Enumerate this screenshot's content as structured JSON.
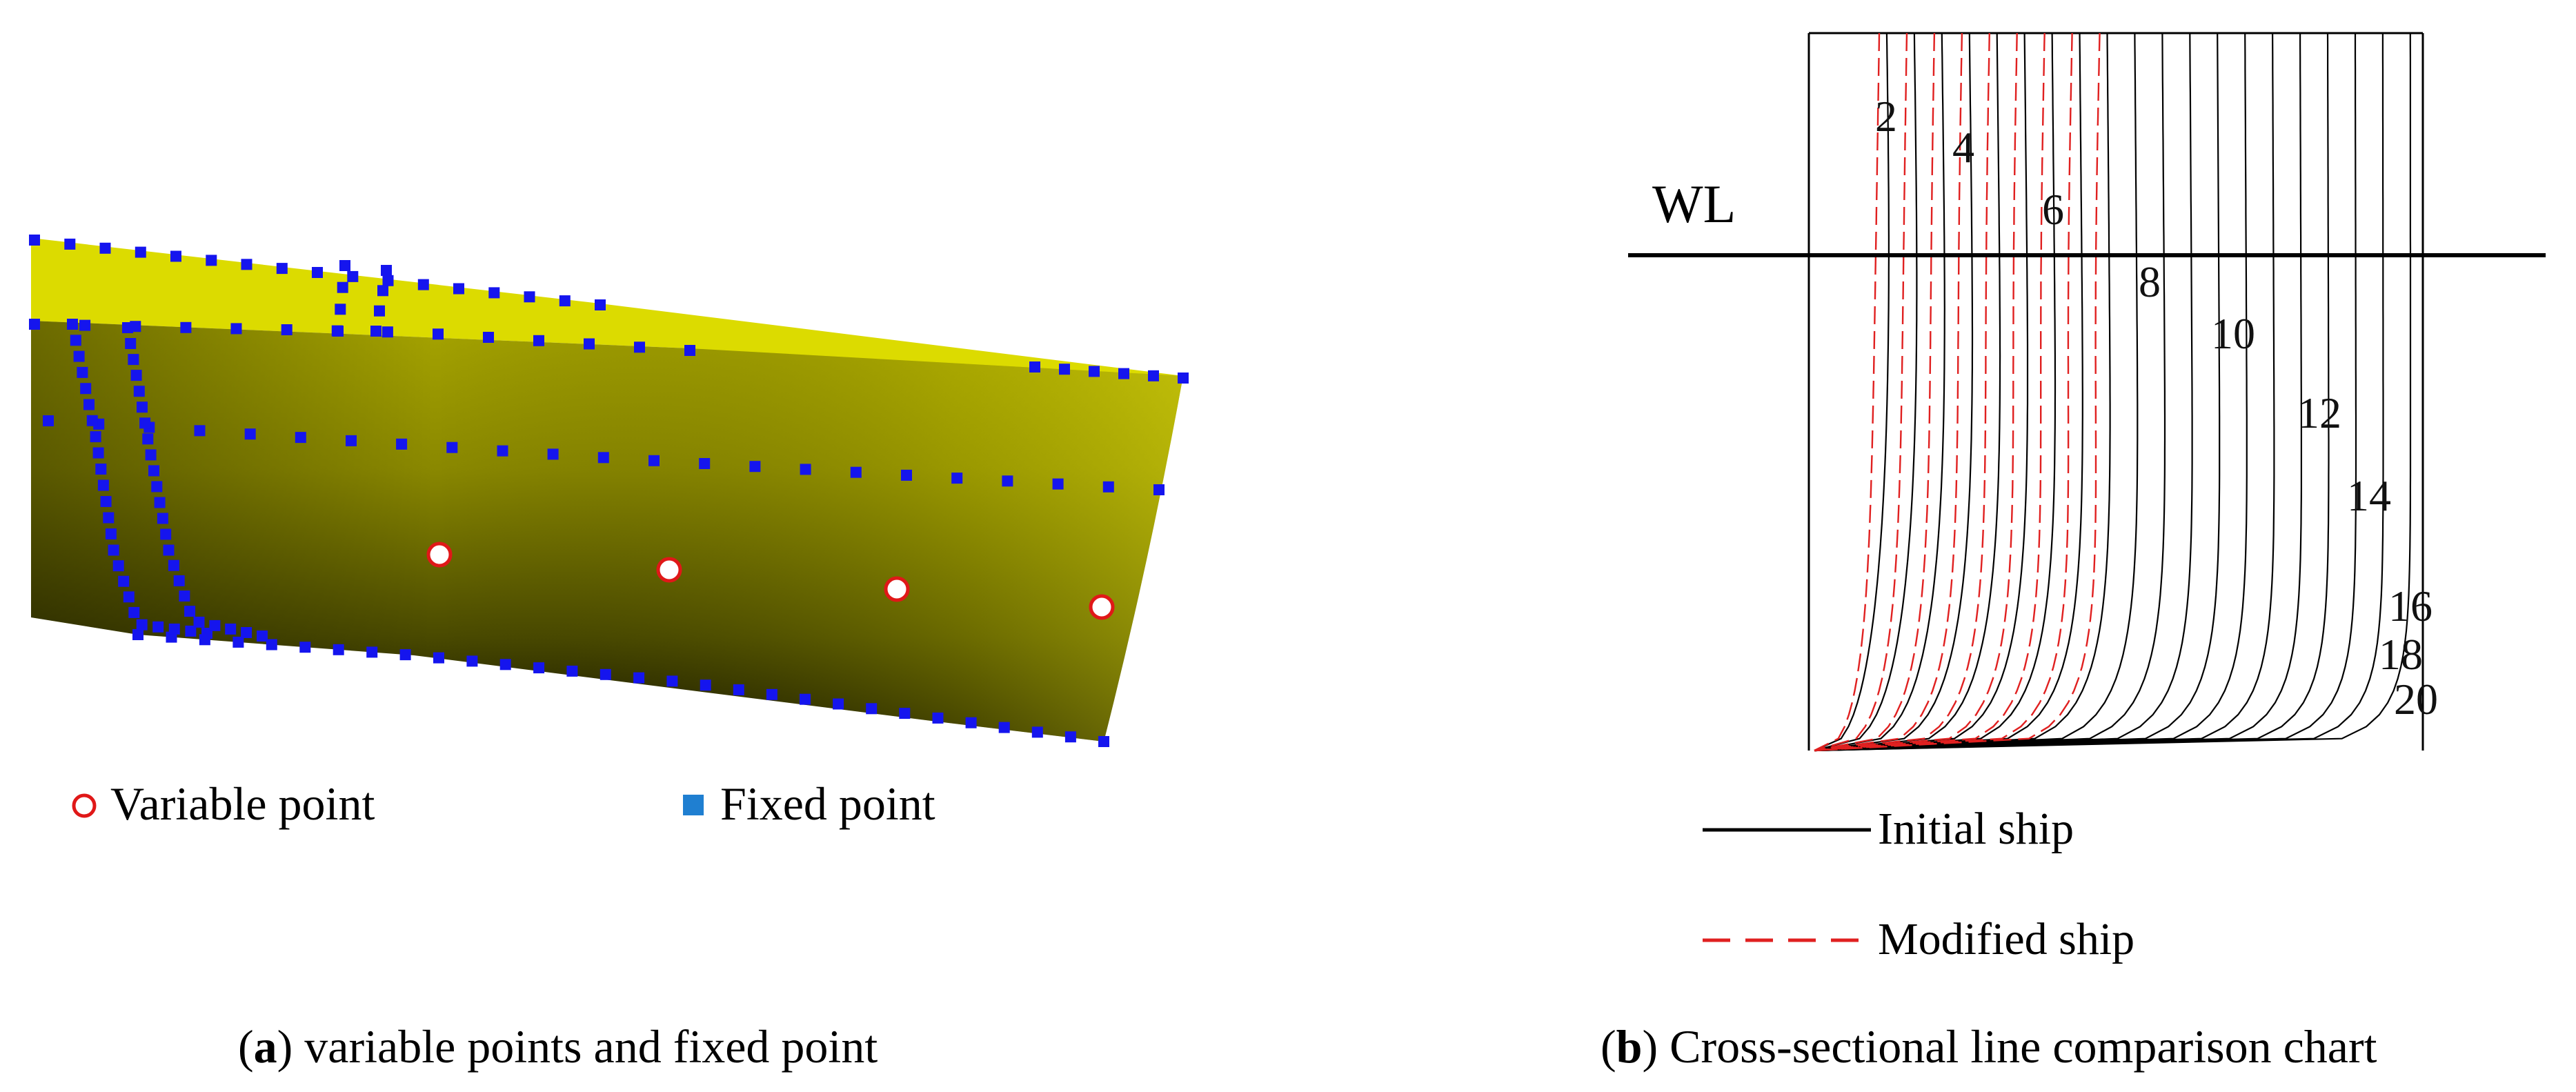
{
  "panel_a": {
    "legend": {
      "variable_label": "Variable point",
      "fixed_label": "Fixed point"
    },
    "caption": {
      "letter": "a",
      "text": ") variable points and fixed point"
    },
    "colors": {
      "surface": "#d8d600",
      "fixed_point": "#1515ee",
      "variable_point": "#e01818"
    }
  },
  "panel_b": {
    "wl_label": "WL",
    "station_labels": [
      "2",
      "4",
      "6",
      "8",
      "10",
      "12",
      "14",
      "16",
      "18",
      "20"
    ],
    "legend": {
      "initial_label": "Initial ship",
      "modified_label": "Modified ship"
    },
    "caption": {
      "letter": "b",
      "text": ") Cross-sectional line comparison chart"
    },
    "colors": {
      "initial": "#000000",
      "modified": "#e02020"
    }
  }
}
